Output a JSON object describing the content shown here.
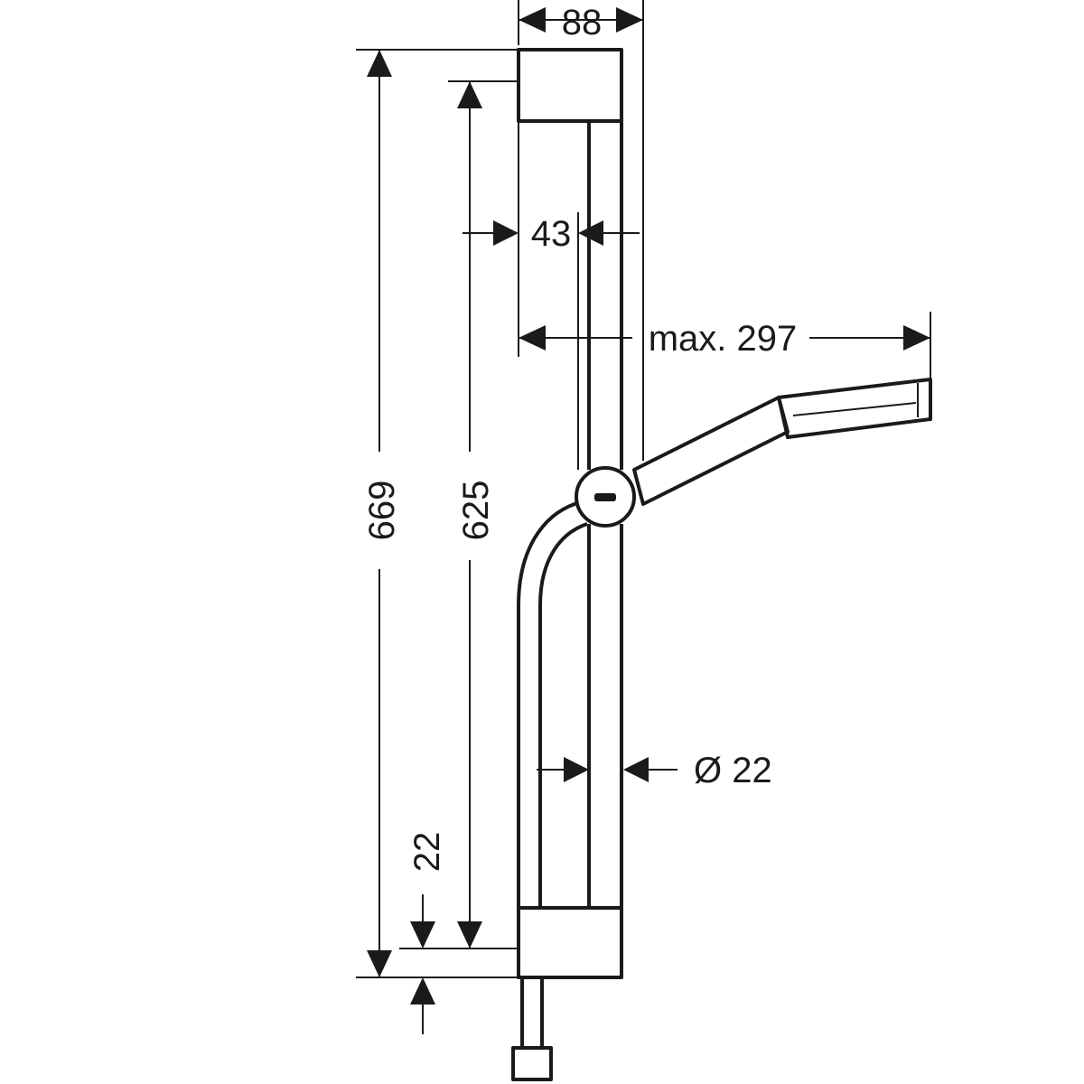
{
  "dimensions": {
    "top_width": "88",
    "bracket_depth": "43",
    "max_projection": "max. 297",
    "total_height": "669",
    "bracket_spacing": "625",
    "bottom_offset": "22",
    "rail_diameter": "Ø 22"
  },
  "colors": {
    "line": "#1a1a1a",
    "background": "#ffffff"
  }
}
